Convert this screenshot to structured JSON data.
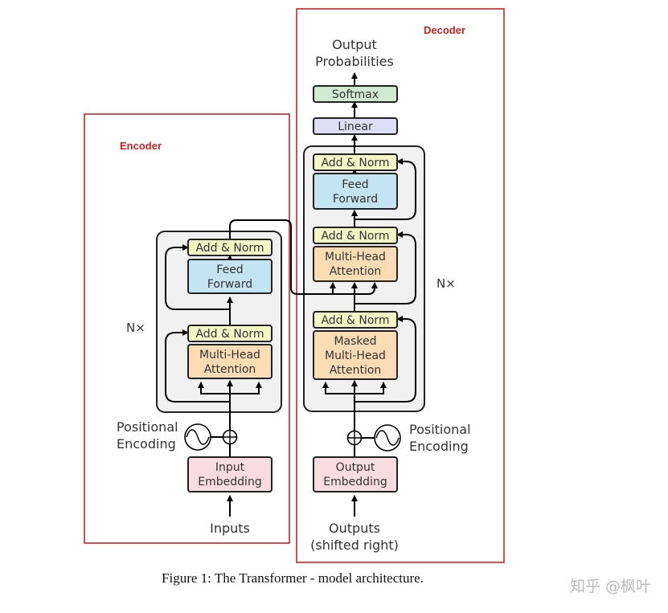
{
  "encoder": {
    "header": "Encoder",
    "add_norm_top": "Add & Norm",
    "feed_forward": [
      "Feed",
      "Forward"
    ],
    "add_norm_bottom": "Add & Norm",
    "attention": [
      "Multi-Head",
      "Attention"
    ],
    "nx": "N×",
    "positional_encoding": [
      "Positional",
      "Encoding"
    ],
    "embedding": [
      "Input",
      "Embedding"
    ],
    "input_label": "Inputs"
  },
  "decoder": {
    "header": "Decoder",
    "output_label": [
      "Output",
      "Probabilities"
    ],
    "softmax": "Softmax",
    "linear": "Linear",
    "add_norm_top": "Add & Norm",
    "feed_forward": [
      "Feed",
      "Forward"
    ],
    "add_norm_mid": "Add & Norm",
    "cross_attention": [
      "Multi-Head",
      "Attention"
    ],
    "add_norm_bottom": "Add & Norm",
    "masked_attention": [
      "Masked",
      "Multi-Head",
      "Attention"
    ],
    "nx": "N×",
    "positional_encoding": [
      "Positional",
      "Encoding"
    ],
    "embedding": [
      "Output",
      "Embedding"
    ],
    "input_label": [
      "Outputs",
      "(shifted right)"
    ]
  },
  "caption": "Figure 1: The Transformer - model architecture.",
  "watermark": "知乎 @枫叶",
  "colors": {
    "highlight_border": "#cc2222",
    "add_norm": "#f3f6c5",
    "feed_forward": "#c4e3f3",
    "attention": "#fcdcb4",
    "embedding": "#f9dcdf",
    "linear": "#dcdff5",
    "softmax": "#d1ebd3",
    "layer_stack": "#f1f1f1"
  }
}
